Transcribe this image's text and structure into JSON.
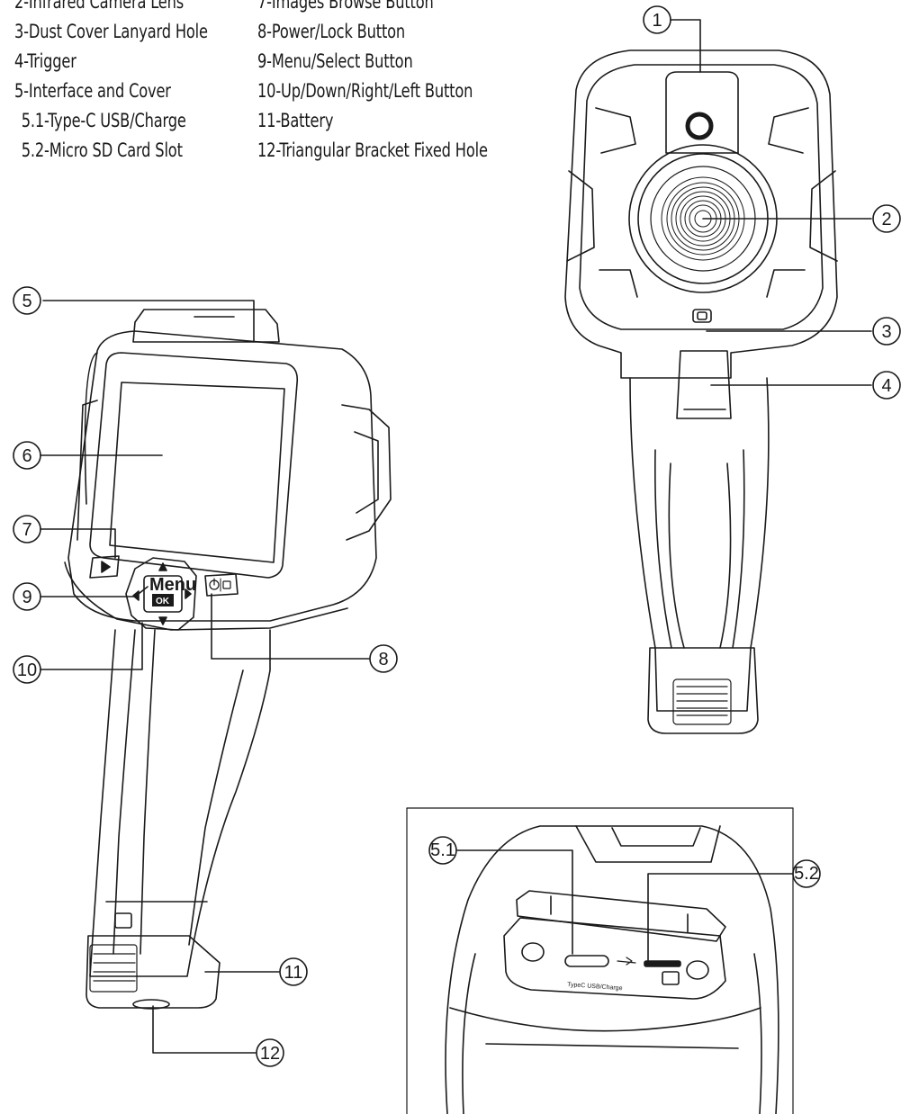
{
  "legend": {
    "left": [
      "2-Infrared Camera Lens",
      "3-Dust Cover Lanyard Hole",
      "4-Trigger",
      "5-Interface and Cover",
      "  5.1-Type-C USB/Charge",
      "  5.2-Micro SD Card Slot"
    ],
    "right": [
      "7-Images Browse Button",
      "8-Power/Lock Button",
      "9-Menu/Select Button",
      "10-Up/Down/Right/Left Button",
      "11-Battery",
      "12-Triangular Bracket Fixed Hole"
    ]
  },
  "callouts": {
    "c1": "1",
    "c2": "2",
    "c3": "3",
    "c4": "4",
    "c5": "5",
    "c6": "6",
    "c7": "7",
    "c8": "8",
    "c9": "9",
    "c10": "10",
    "c11": "11",
    "c12": "12",
    "c51": "5.1",
    "c52": "5.2"
  },
  "device_labels": {
    "menu": "Menu",
    "ok": "OK",
    "usb": "TypeC USB/Charge"
  },
  "colors": {
    "line": "#1a1a1a",
    "background": "#ffffff"
  }
}
